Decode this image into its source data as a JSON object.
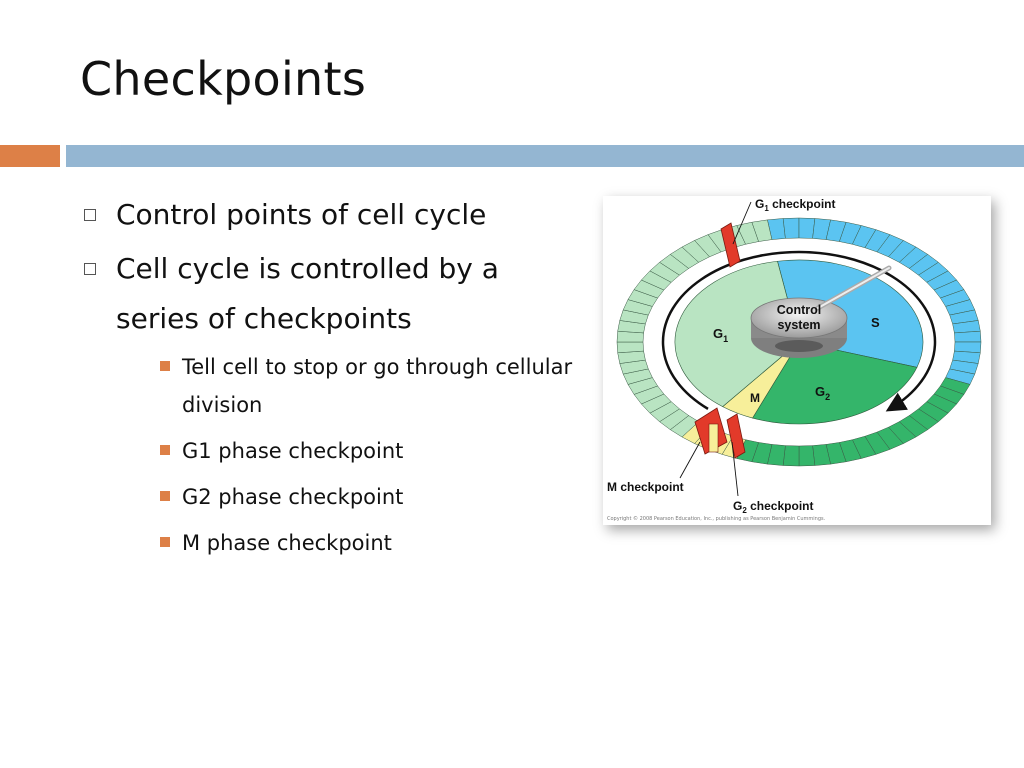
{
  "slide": {
    "title": "Checkpoints",
    "bullets": [
      "Control points of cell cycle",
      "Cell cycle is controlled by a series of checkpoints"
    ],
    "subbullets": [
      "Tell cell to stop or go through cellular division",
      "G1 phase checkpoint",
      "G2 phase checkpoint",
      "M phase checkpoint"
    ]
  },
  "figure": {
    "g1_checkpoint": "G",
    "g1_checkpoint_sub": "1",
    "g1_checkpoint_rest": " checkpoint",
    "control_line1": "Control",
    "control_line2": "system",
    "phase_g1": "G",
    "phase_g1_sub": "1",
    "phase_s": "S",
    "phase_g2": "G",
    "phase_g2_sub": "2",
    "phase_m": "M",
    "m_checkpoint": "M checkpoint",
    "g2_checkpoint": "G",
    "g2_checkpoint_sub": "2",
    "g2_checkpoint_rest": " checkpoint",
    "copyright": "Copyright © 2008 Pearson Education, Inc., publishing as Pearson Benjamin Cummings.",
    "colors": {
      "g1": "#b9e4c2",
      "s": "#5bc4f1",
      "g2": "#34b56a",
      "m": "#f7ef9a",
      "checkpoint": "#e23a2a",
      "accent_orange": "#dd8047",
      "accent_blue": "#94b6d2"
    }
  }
}
